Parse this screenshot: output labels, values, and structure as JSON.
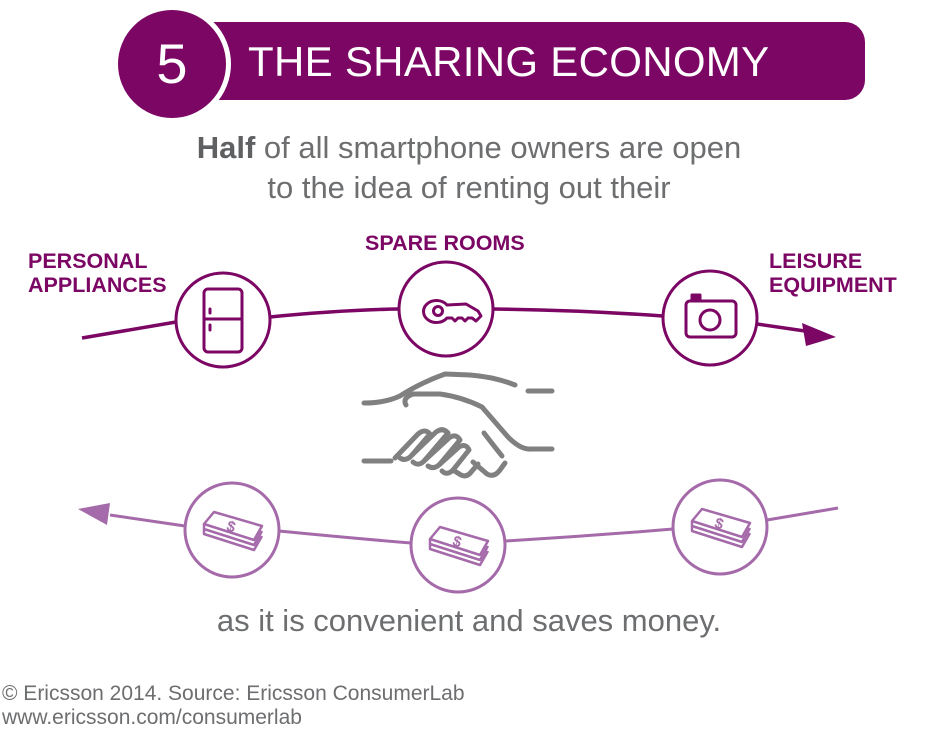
{
  "header": {
    "number": "5",
    "title": "THE SHARING ECONOMY"
  },
  "intro": {
    "bold_word": "Half",
    "line1_rest": " of all smartphone owners are open",
    "line2": "to the idea of renting out their"
  },
  "items": [
    {
      "label_line1": "PERSONAL",
      "label_line2": "APPLIANCES",
      "icon": "refrigerator-icon"
    },
    {
      "label_line1": "SPARE ROOMS",
      "label_line2": "",
      "icon": "key-icon"
    },
    {
      "label_line1": "LEISURE",
      "label_line2": "EQUIPMENT",
      "icon": "camera-icon"
    }
  ],
  "center_icon": "handshake-icon",
  "money_icons": [
    "money-stack-icon",
    "money-stack-icon",
    "money-stack-icon"
  ],
  "outro": "as it is convenient and saves money.",
  "footer": {
    "copyright": "© Ericsson 2014. Source: Ericsson ConsumerLab",
    "url": "www.ericsson.com/consumerlab"
  },
  "colors": {
    "brand_purple": "#7b0663",
    "light_purple": "#a56aa9",
    "gray_text": "#6d6e70",
    "handshake_gray": "#808080"
  }
}
